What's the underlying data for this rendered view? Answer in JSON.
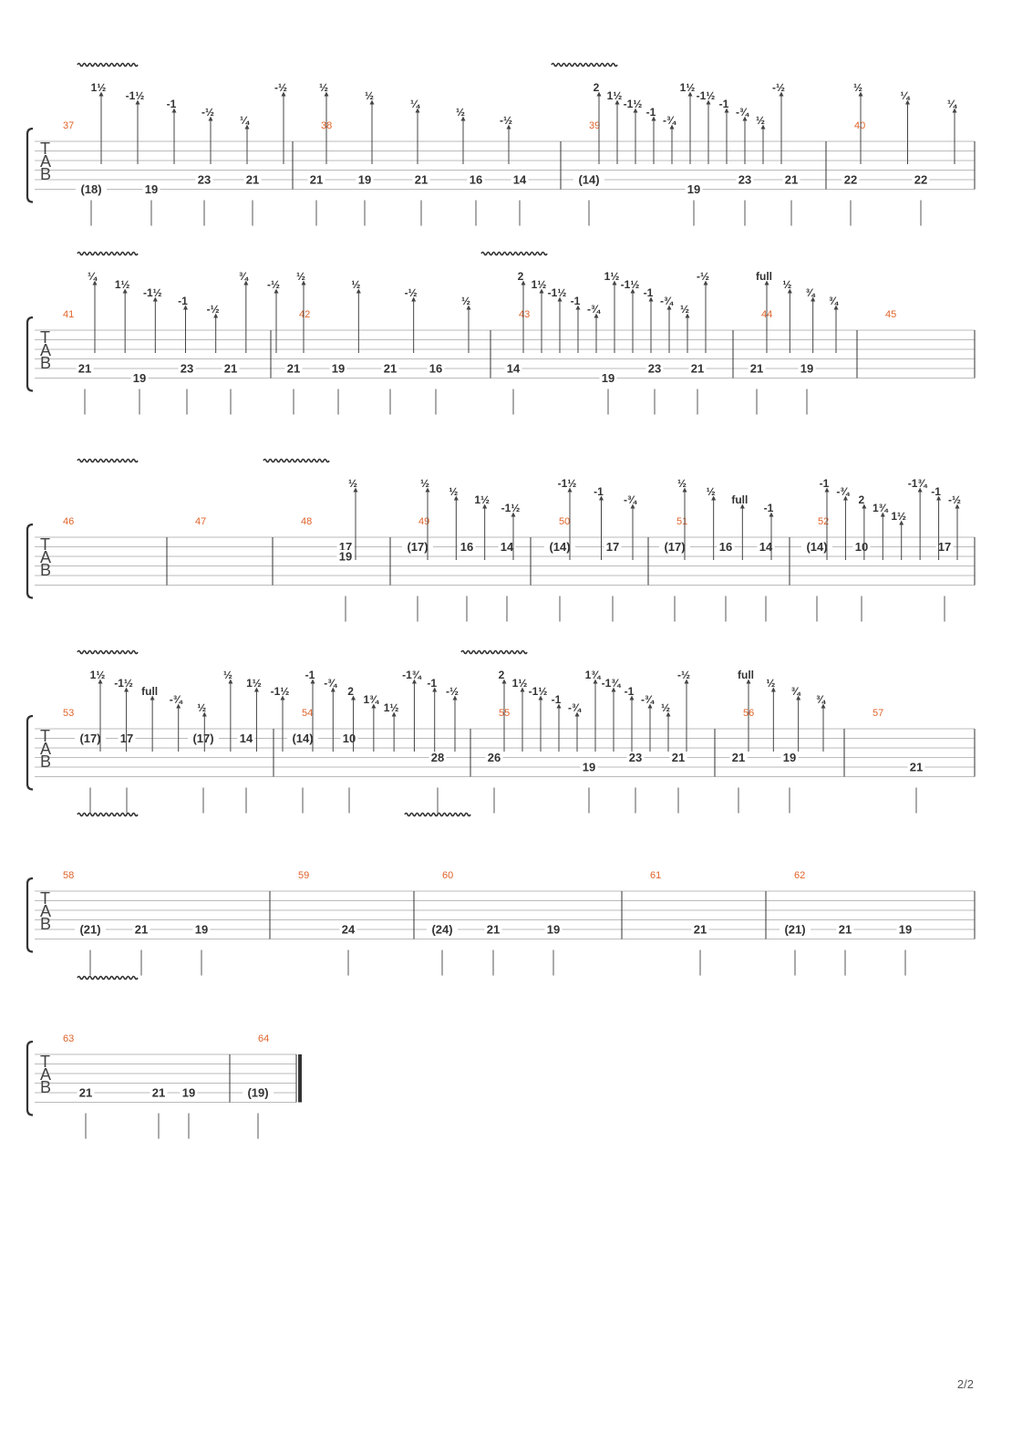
{
  "page": {
    "number_label": "2/2"
  },
  "clef": {
    "letters": [
      "T",
      "A",
      "B"
    ]
  },
  "systems": [
    {
      "measures": [
        {
          "number": "37",
          "notes": [
            "(18)",
            "19",
            "23",
            "21"
          ],
          "bends": [
            "1½",
            "-1½",
            "-1",
            "-½",
            "¼",
            "-½"
          ]
        },
        {
          "number": "38",
          "notes": [
            "21",
            "19",
            "21",
            "16",
            "14"
          ],
          "bends": [
            "½",
            "½",
            "¼",
            "½",
            "-½"
          ]
        },
        {
          "number": "39",
          "notes": [
            "(14)",
            "19",
            "23",
            "21"
          ],
          "bends": [
            "2",
            "1½",
            "-1½",
            "-1",
            "-¾",
            "1½",
            "-1½",
            "-1",
            "-¾",
            "½",
            "-½"
          ]
        },
        {
          "number": "40",
          "notes": [
            "22",
            "22"
          ],
          "bends": [
            "½",
            "¼",
            "¼"
          ]
        }
      ]
    },
    {
      "measures": [
        {
          "number": "41",
          "notes": [
            "21",
            "19",
            "23",
            "21"
          ],
          "bends": [
            "¼",
            "1½",
            "-1½",
            "-1",
            "-½",
            "¾",
            "-½"
          ]
        },
        {
          "number": "42",
          "notes": [
            "21",
            "19",
            "21",
            "16"
          ],
          "bends": [
            "½",
            "½",
            "-½",
            "½"
          ]
        },
        {
          "number": "43",
          "notes": [
            "14",
            "19",
            "23",
            "21"
          ],
          "bends": [
            "2",
            "1½",
            "-1½",
            "-1",
            "-¾",
            "1½",
            "-1½",
            "-1",
            "-¾",
            "½",
            "-½"
          ]
        },
        {
          "number": "44",
          "notes": [
            "21",
            "19"
          ],
          "bends": [
            "full",
            "½",
            "¾",
            "¾"
          ]
        },
        {
          "number": "45",
          "notes": [],
          "bends": []
        }
      ]
    },
    {
      "measures": [
        {
          "number": "46",
          "notes": [],
          "bends": []
        },
        {
          "number": "47",
          "notes": [],
          "bends": []
        },
        {
          "number": "48",
          "notes": [
            "17",
            "19"
          ],
          "bends": [
            "½"
          ]
        },
        {
          "number": "49",
          "notes": [
            "(17)",
            "16",
            "14"
          ],
          "bends": [
            "½",
            "½",
            "1½",
            "-1½"
          ]
        },
        {
          "number": "50",
          "notes": [
            "(14)",
            "17"
          ],
          "bends": [
            "-1½",
            "-1",
            "-¾"
          ]
        },
        {
          "number": "51",
          "notes": [
            "(17)",
            "16",
            "14"
          ],
          "bends": [
            "½",
            "½",
            "full",
            "-1"
          ]
        },
        {
          "number": "52",
          "notes": [
            "(14)",
            "10",
            "17"
          ],
          "bends": [
            "-1",
            "-¾",
            "2",
            "1¾",
            "1½",
            "-1¾",
            "-1",
            "-½"
          ]
        }
      ]
    },
    {
      "measures": [
        {
          "number": "53",
          "notes": [
            "(17)",
            "17",
            "(17)",
            "14"
          ],
          "bends": [
            "1½",
            "-1½",
            "full",
            "-¾",
            "½",
            "½",
            "1½",
            "-1½"
          ]
        },
        {
          "number": "54",
          "notes": [
            "(14)",
            "10",
            "28"
          ],
          "bends": [
            "-1",
            "-¾",
            "2",
            "1¾",
            "1½",
            "-1¾",
            "-1",
            "-½"
          ]
        },
        {
          "number": "55",
          "notes": [
            "26",
            "19",
            "23",
            "21"
          ],
          "bends": [
            "2",
            "1½",
            "-1½",
            "-1",
            "-¾",
            "1¾",
            "-1¾",
            "-1",
            "-¾",
            "½",
            "-½"
          ]
        },
        {
          "number": "56",
          "notes": [
            "21",
            "19"
          ],
          "bends": [
            "full",
            "½",
            "¾",
            "¾"
          ]
        },
        {
          "number": "57",
          "notes": [
            "21"
          ],
          "bends": []
        }
      ]
    },
    {
      "measures": [
        {
          "number": "58",
          "notes": [
            "(21)",
            "21",
            "19"
          ],
          "bends": []
        },
        {
          "number": "59",
          "notes": [
            "24"
          ],
          "bends": []
        },
        {
          "number": "60",
          "notes": [
            "(24)",
            "21",
            "19"
          ],
          "bends": []
        },
        {
          "number": "61",
          "notes": [
            "21"
          ],
          "bends": []
        },
        {
          "number": "62",
          "notes": [
            "(21)",
            "21",
            "19"
          ],
          "bends": []
        }
      ]
    },
    {
      "measures": [
        {
          "number": "63",
          "notes": [
            "21",
            "21",
            "19"
          ],
          "bends": []
        },
        {
          "number": "64",
          "notes": [
            "(19)"
          ],
          "bends": []
        }
      ]
    }
  ]
}
